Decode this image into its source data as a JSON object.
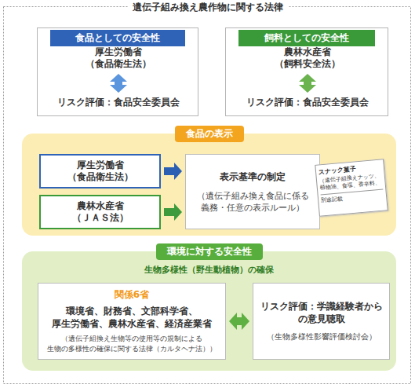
{
  "diagram": {
    "title": "遺伝子組み換え農作物に関する法律",
    "nodes": [
      {
        "text": [
          "食品としての安全性"
        ]
      },
      {
        "text": [
          "厚生労働省 （食品衛生法）"
        ],
        "in": 0
      },
      {
        "text": [
          "リスク評価：食品安全委員会"
        ],
        "in": 0
      },
      {
        "text": [
          "飼料としての安全性"
        ]
      },
      {
        "text": [
          "農林水産省 （飼料安全法）"
        ],
        "in": 3
      },
      {
        "text": [
          "リスク評価：食品安全委員会"
        ],
        "in": 3
      },
      {
        "text": [
          "食品の表示"
        ]
      },
      {
        "text": [
          "厚生労働省 （食品衛生法）"
        ],
        "in": 6
      },
      {
        "text": [
          "農林水産省 （ＪＡＳ法）"
        ],
        "in": 6
      },
      {
        "text": [
          "表示基準の制定",
          "（遺伝子組み換え食品に係る 義務・任意の表示ルール）"
        ],
        "in": 6
      },
      {
        "text": [
          "環境に対する安全性",
          "生物多様性（野生動植物）の確保"
        ]
      },
      {
        "text": [
          "関係6省",
          "環境省、財務省、文部科学省、 厚生労働省、農林水産省、経済産業省",
          "（遺伝子組換え生物等の使用等の規制による 生物の多様性の確保に関する法律（カルタヘナ法））"
        ],
        "in": 10
      },
      {
        "text": [
          "リスク評価：学識経験者から の意見聴取",
          "（生物多様性影響評価検討会）"
        ],
        "in": 10
      }
    ],
    "edges": [
      {
        "from": 1,
        "to": 2,
        "arrow": "both"
      },
      {
        "from": 4,
        "to": 5,
        "arrow": "both"
      },
      {
        "from": 7,
        "to": 9,
        "arrow": "to"
      },
      {
        "from": 8,
        "to": 9,
        "arrow": "to"
      },
      {
        "from": 11,
        "to": 12,
        "arrow": "both"
      }
    ],
    "labels": [
      "スナック菓子",
      "（遺伝子組換えナッツ、植物油、食塩、香辛料、",
      "別途記載"
    ]
  }
}
